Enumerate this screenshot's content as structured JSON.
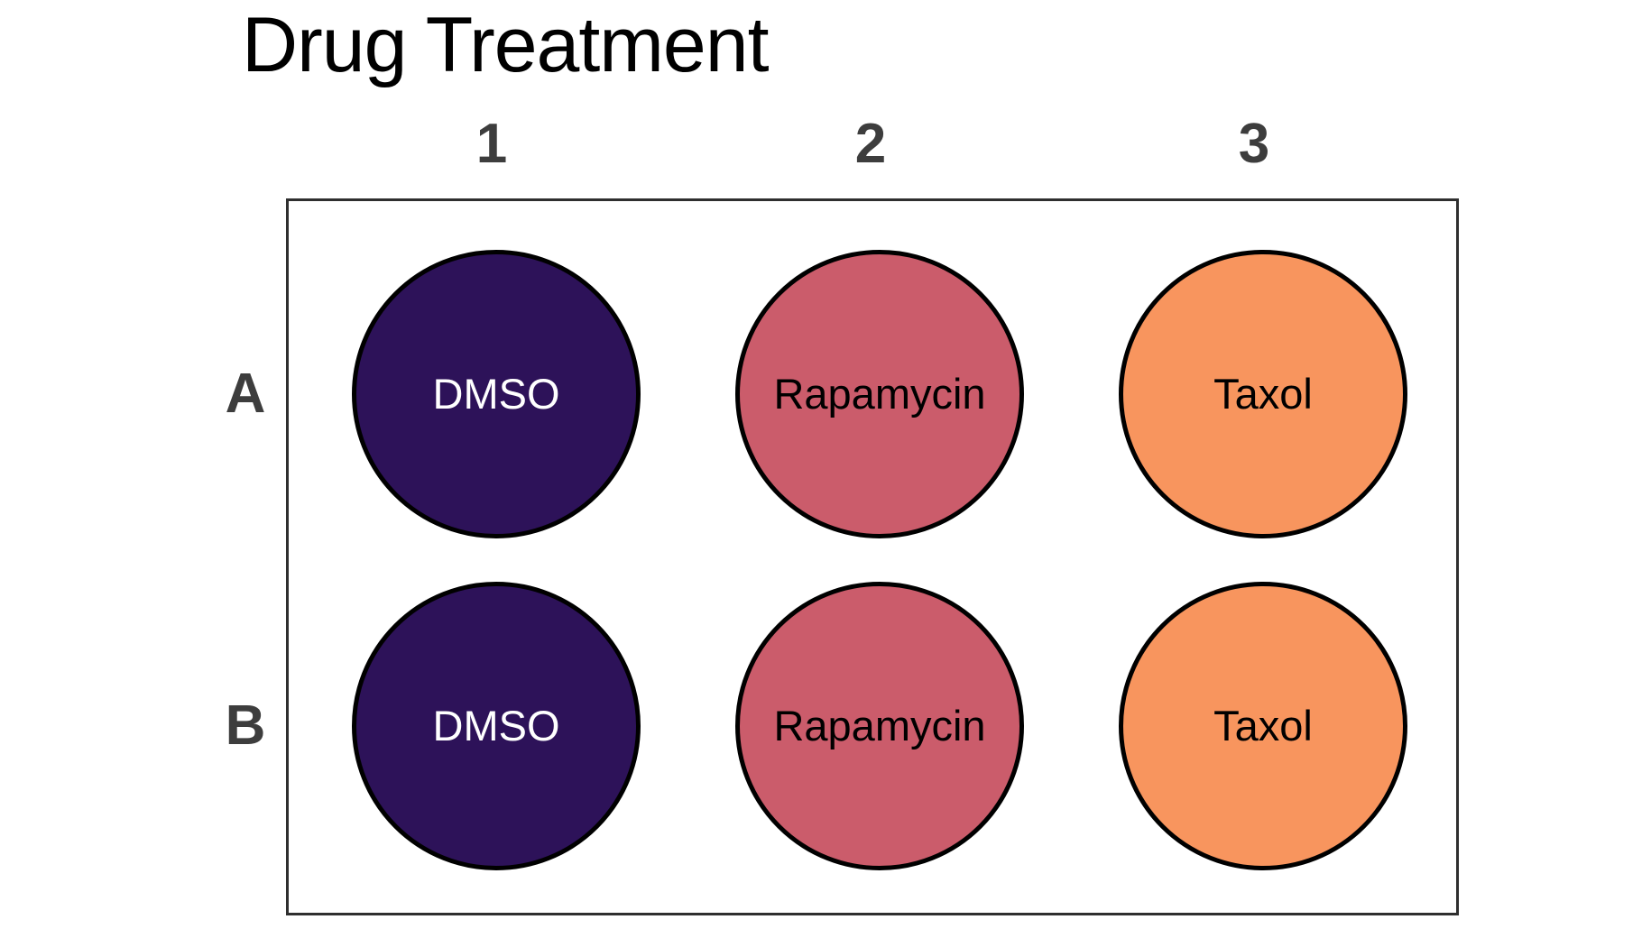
{
  "title": "Drug Treatment",
  "plate": {
    "column_headers": [
      "1",
      "2",
      "3"
    ],
    "row_headers": [
      "A",
      "B"
    ],
    "border_color": "#2f2f2f",
    "background": "#ffffff",
    "header_color": "#3d3d3d",
    "well_border_color": "#000000",
    "wells": [
      {
        "row": "A",
        "column": "1",
        "label": "DMSO",
        "fill": "#2d1259",
        "text_color": "#ffffff"
      },
      {
        "row": "A",
        "column": "2",
        "label": "Rapamycin",
        "fill": "#cb5c6b",
        "text_color": "#000000"
      },
      {
        "row": "A",
        "column": "3",
        "label": "Taxol",
        "fill": "#f8955e",
        "text_color": "#000000"
      },
      {
        "row": "B",
        "column": "1",
        "label": "DMSO",
        "fill": "#2d1259",
        "text_color": "#ffffff"
      },
      {
        "row": "B",
        "column": "2",
        "label": "Rapamycin",
        "fill": "#cb5c6b",
        "text_color": "#000000"
      },
      {
        "row": "B",
        "column": "3",
        "label": "Taxol",
        "fill": "#f8955e",
        "text_color": "#000000"
      }
    ]
  }
}
